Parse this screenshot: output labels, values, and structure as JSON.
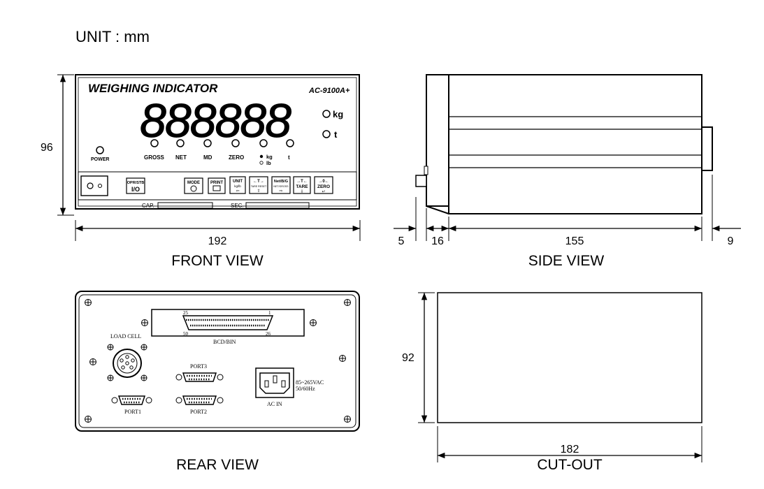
{
  "unit": "UNIT : mm",
  "front": {
    "title": "WEIGHING INDICATOR",
    "model": "AC-9100A+",
    "display": "888888",
    "units_right": [
      "kg",
      "t"
    ],
    "power": "POWER",
    "indicators": [
      "GROSS",
      "NET",
      "MD",
      "ZERO",
      "kg",
      "lb",
      "t"
    ],
    "keys": [
      {
        "top": "OPR/STB",
        "bottom": "I/O"
      },
      {
        "top": "MODE",
        "bottom": ""
      },
      {
        "top": "PRINT",
        "bottom": ""
      },
      {
        "top": "UNIT",
        "mid": "kg/lb"
      },
      {
        "top": "←T→",
        "mid": "TARE RESET"
      },
      {
        "top": "Net/B/G",
        "mid": "NET/GROSS"
      },
      {
        "top": "→T←",
        "mid": "TARE"
      },
      {
        "top": "→0←",
        "mid": "ZERO"
      }
    ],
    "cap": "CAP.",
    "sec": "SEC.",
    "view_label": "FRONT VIEW",
    "dim_width": "192",
    "dim_height": "96"
  },
  "side": {
    "view_label": "SIDE VIEW",
    "dims": [
      "5",
      "16",
      "155",
      "9"
    ]
  },
  "rear": {
    "view_label": "REAR VIEW",
    "bcd": "BCD/BIN",
    "pin_25": "25",
    "pin_1": "1",
    "pin_50": "50",
    "pin_26": "26",
    "load_cell": "LOAD CELL",
    "port1": "PORT1",
    "port2": "PORT2",
    "port3": "PORT3",
    "power_spec_1": "85~265VAC",
    "power_spec_2": "50/60Hz",
    "ac_in": "AC IN"
  },
  "cutout": {
    "view_label": "CUT-OUT",
    "dim_height": "92",
    "dim_width": "182"
  }
}
